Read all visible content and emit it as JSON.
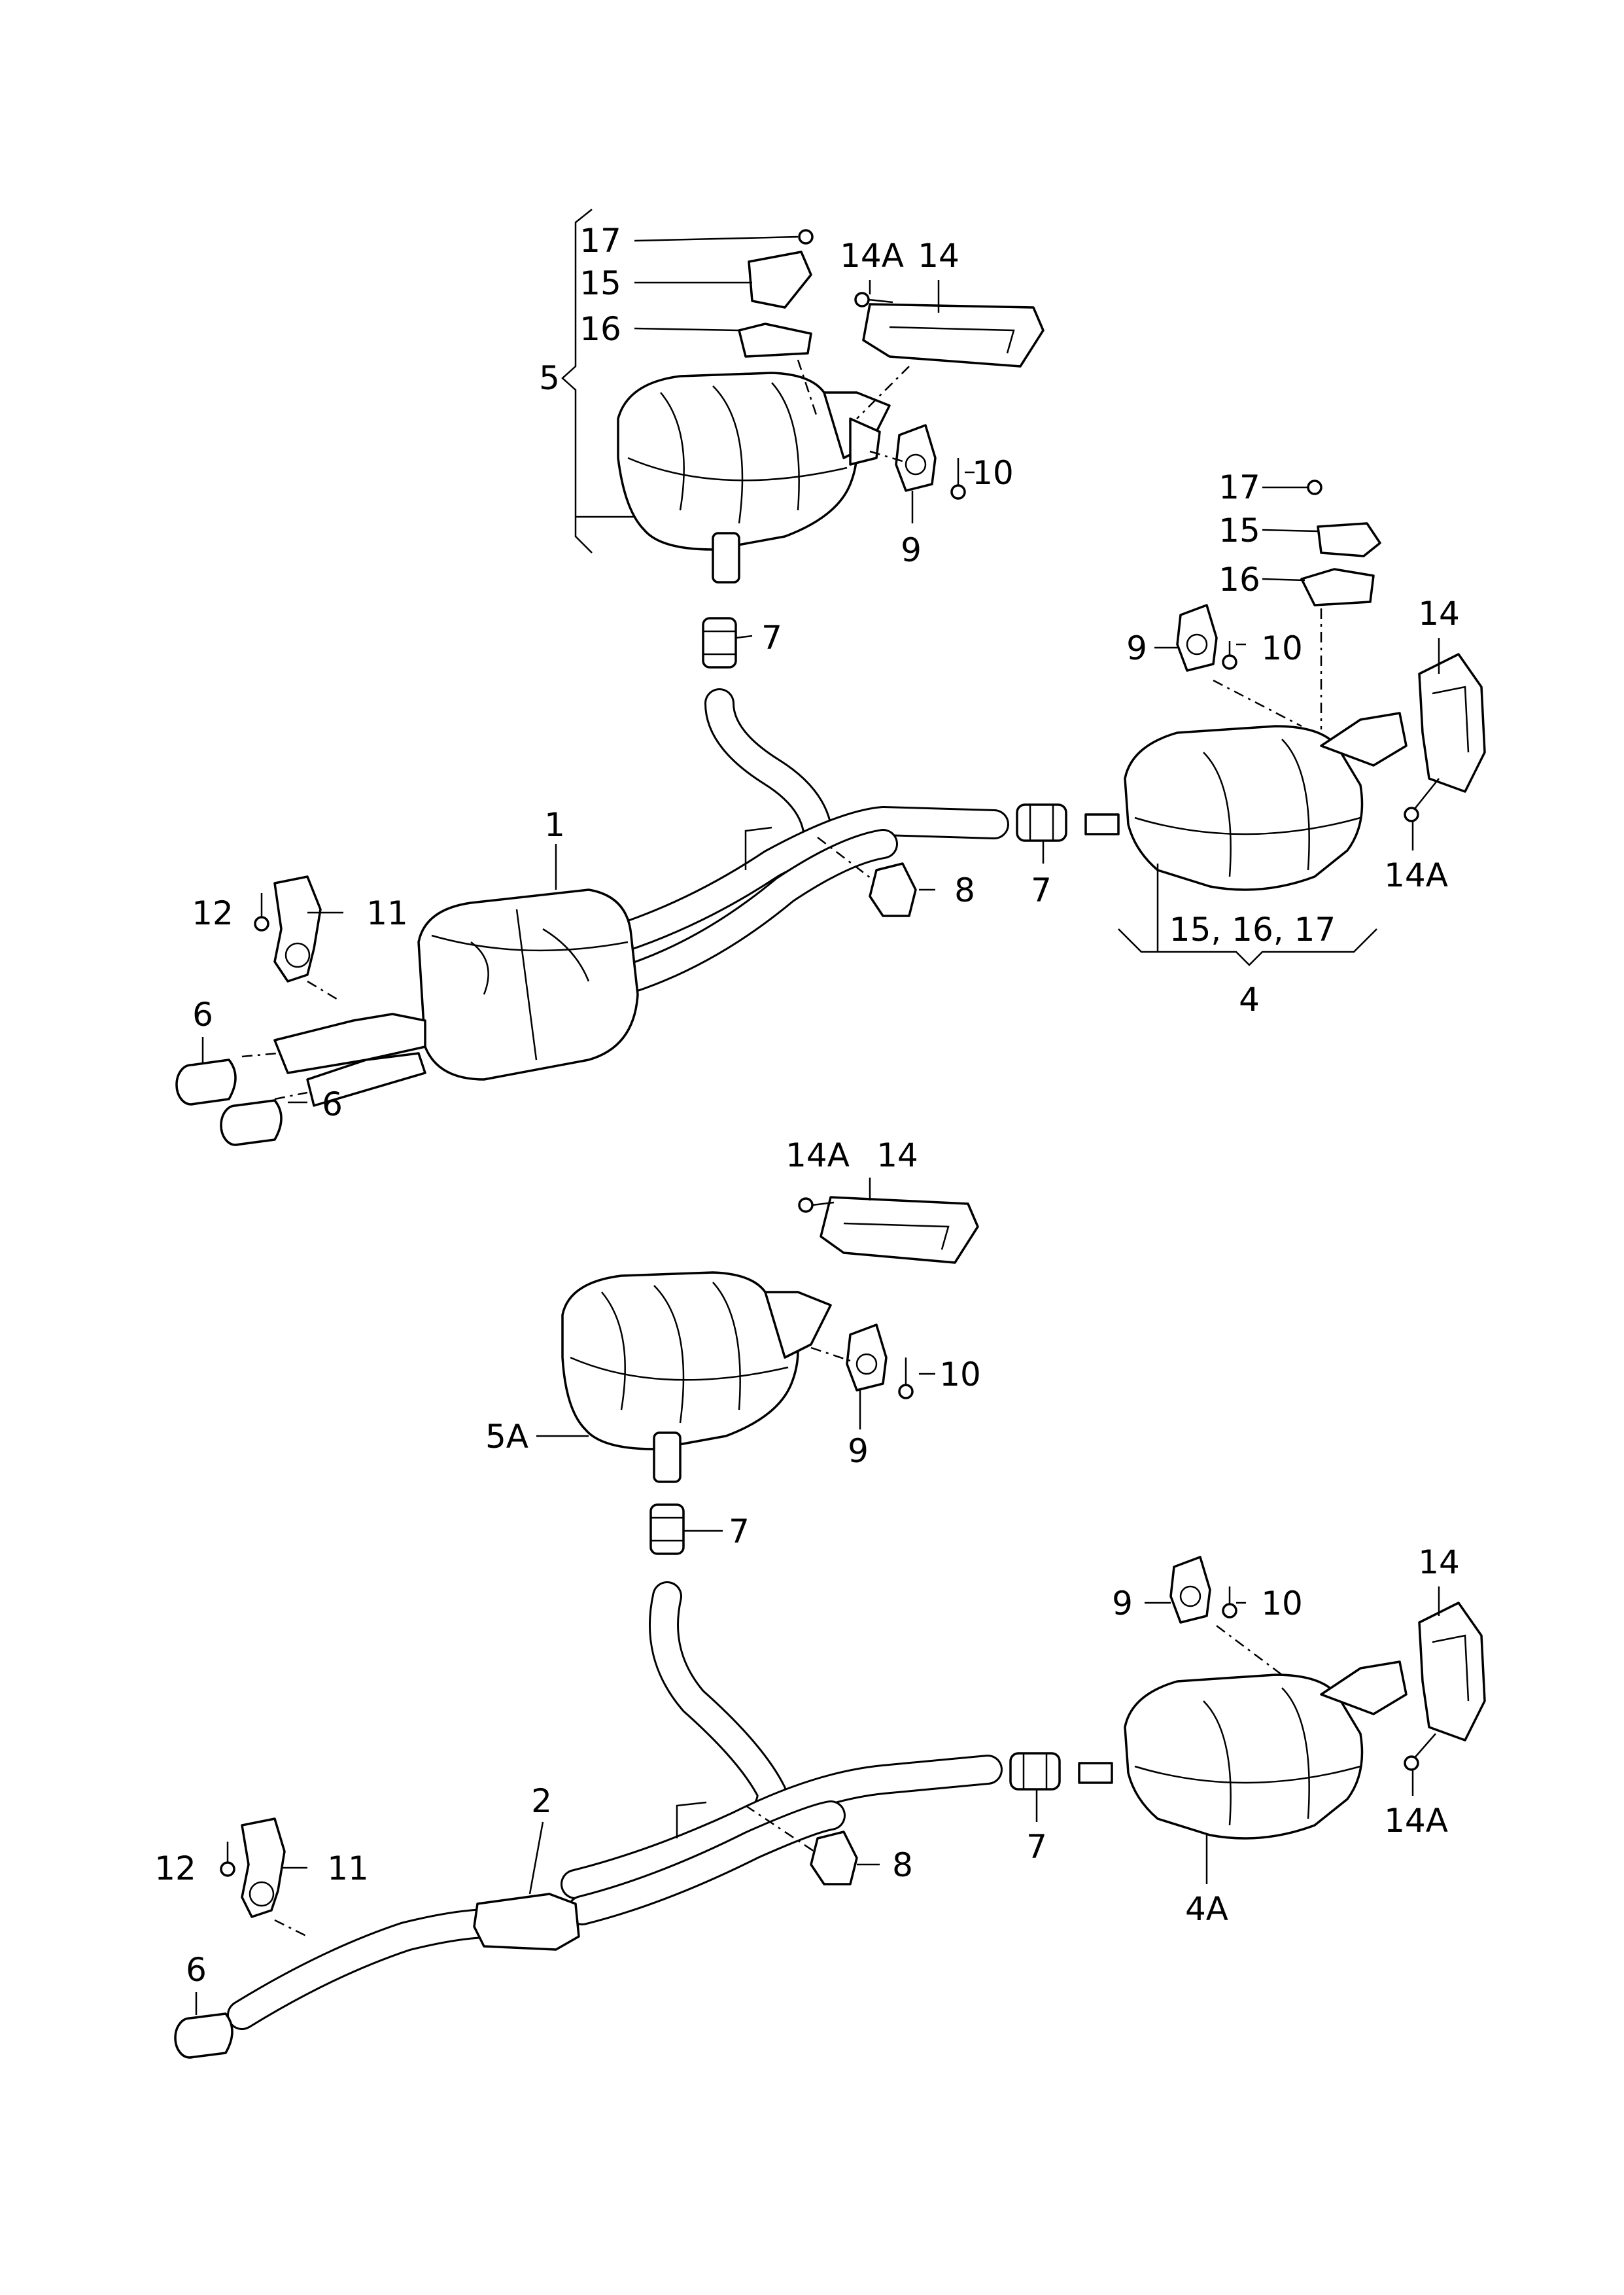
{
  "labels": {
    "upper": {
      "l17": "17",
      "l15": "15",
      "l16": "16",
      "l14a": "14A",
      "l14": "14",
      "l5": "5",
      "l10": "10",
      "l9": "9",
      "l7a": "7",
      "r17": "17",
      "r15": "15",
      "r16": "16",
      "r14": "14",
      "r9": "9",
      "r10": "10",
      "r14a": "14A",
      "r7": "7",
      "l1": "1",
      "l12": "12",
      "l11": "11",
      "l8": "8",
      "l6a": "6",
      "l6b": "6",
      "group": "15, 16, 17",
      "l4": "4"
    },
    "lower": {
      "l14a": "14A",
      "l14": "14",
      "l10": "10",
      "l9": "9",
      "l5a": "5A",
      "l7a": "7",
      "r9": "9",
      "r10": "10",
      "r14": "14",
      "r14a": "14A",
      "r7": "7",
      "l4a": "4A",
      "l2": "2",
      "l12": "12",
      "l11": "11",
      "l8": "8",
      "l6": "6"
    }
  }
}
